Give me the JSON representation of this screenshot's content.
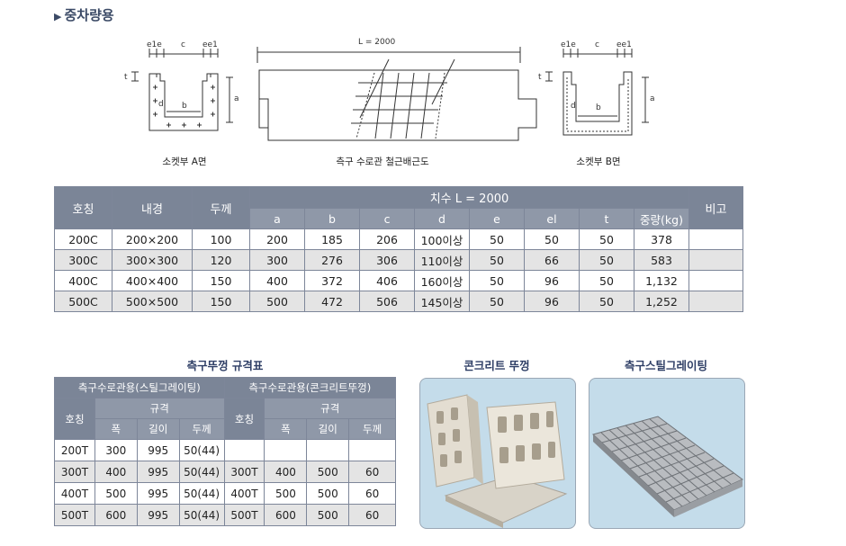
{
  "section_title": "중차량용",
  "diagrams": {
    "left": {
      "caption": "소켓부 A면",
      "dims": {
        "e1e": "e1e",
        "c": "c",
        "ee1": "ee1",
        "t": "t",
        "a": "a",
        "d": "d",
        "b": "b"
      }
    },
    "middle": {
      "caption": "측구 수로관 철근배근도",
      "length": "L = 2000"
    },
    "right": {
      "caption": "소켓부 B면",
      "dims": {
        "e1e": "e1e",
        "c": "c",
        "ee1": "ee1",
        "t": "t",
        "a": "a",
        "d": "d",
        "b": "b"
      }
    }
  },
  "main_table": {
    "headers": {
      "code": "호칭",
      "inner": "내경",
      "thick": "두께",
      "dim_group": "치수 L = 2000",
      "note": "비고"
    },
    "sub_headers": [
      "a",
      "b",
      "c",
      "d",
      "e",
      "el",
      "t",
      "중량(kg)"
    ],
    "rows": [
      {
        "code": "200C",
        "inner": "200×200",
        "thick": "100",
        "a": "200",
        "b": "185",
        "c": "206",
        "d": "100이상",
        "e": "50",
        "el": "50",
        "t": "50",
        "weight": "378",
        "note": ""
      },
      {
        "code": "300C",
        "inner": "300×300",
        "thick": "120",
        "a": "300",
        "b": "276",
        "c": "306",
        "d": "110이상",
        "e": "50",
        "el": "66",
        "t": "50",
        "weight": "583",
        "note": ""
      },
      {
        "code": "400C",
        "inner": "400×400",
        "thick": "150",
        "a": "400",
        "b": "372",
        "c": "406",
        "d": "160이상",
        "e": "50",
        "el": "96",
        "t": "50",
        "weight": "1,132",
        "note": ""
      },
      {
        "code": "500C",
        "inner": "500×500",
        "thick": "150",
        "a": "500",
        "b": "472",
        "c": "506",
        "d": "145이상",
        "e": "50",
        "el": "96",
        "t": "50",
        "weight": "1,252",
        "note": ""
      }
    ]
  },
  "cover_table": {
    "title": "측구뚜껑 규격표",
    "group_left": "측구수로관용(스틸그레이팅)",
    "group_right": "측구수로관용(콘크리트뚜껑)",
    "code": "호칭",
    "spec": "규격",
    "sub": [
      "폭",
      "길이",
      "두께"
    ],
    "rows": [
      {
        "l_code": "200T",
        "l_w": "300",
        "l_len": "995",
        "l_t": "50(44)",
        "r_code": "",
        "r_w": "",
        "r_len": "",
        "r_t": ""
      },
      {
        "l_code": "300T",
        "l_w": "400",
        "l_len": "995",
        "l_t": "50(44)",
        "r_code": "300T",
        "r_w": "400",
        "r_len": "500",
        "r_t": "60"
      },
      {
        "l_code": "400T",
        "l_w": "500",
        "l_len": "995",
        "l_t": "50(44)",
        "r_code": "400T",
        "r_w": "500",
        "r_len": "500",
        "r_t": "60"
      },
      {
        "l_code": "500T",
        "l_w": "600",
        "l_len": "995",
        "l_t": "50(44)",
        "r_code": "500T",
        "r_w": "600",
        "r_len": "500",
        "r_t": "60"
      }
    ]
  },
  "photos": {
    "concrete": {
      "title": "콘크리트 뚜껑"
    },
    "grating": {
      "title": "측구스틸그레이팅"
    }
  },
  "colors": {
    "header": "#7b8597",
    "subheader": "#8f98a8",
    "title": "#3b4a66",
    "photo_bg": "#c4dcea"
  }
}
